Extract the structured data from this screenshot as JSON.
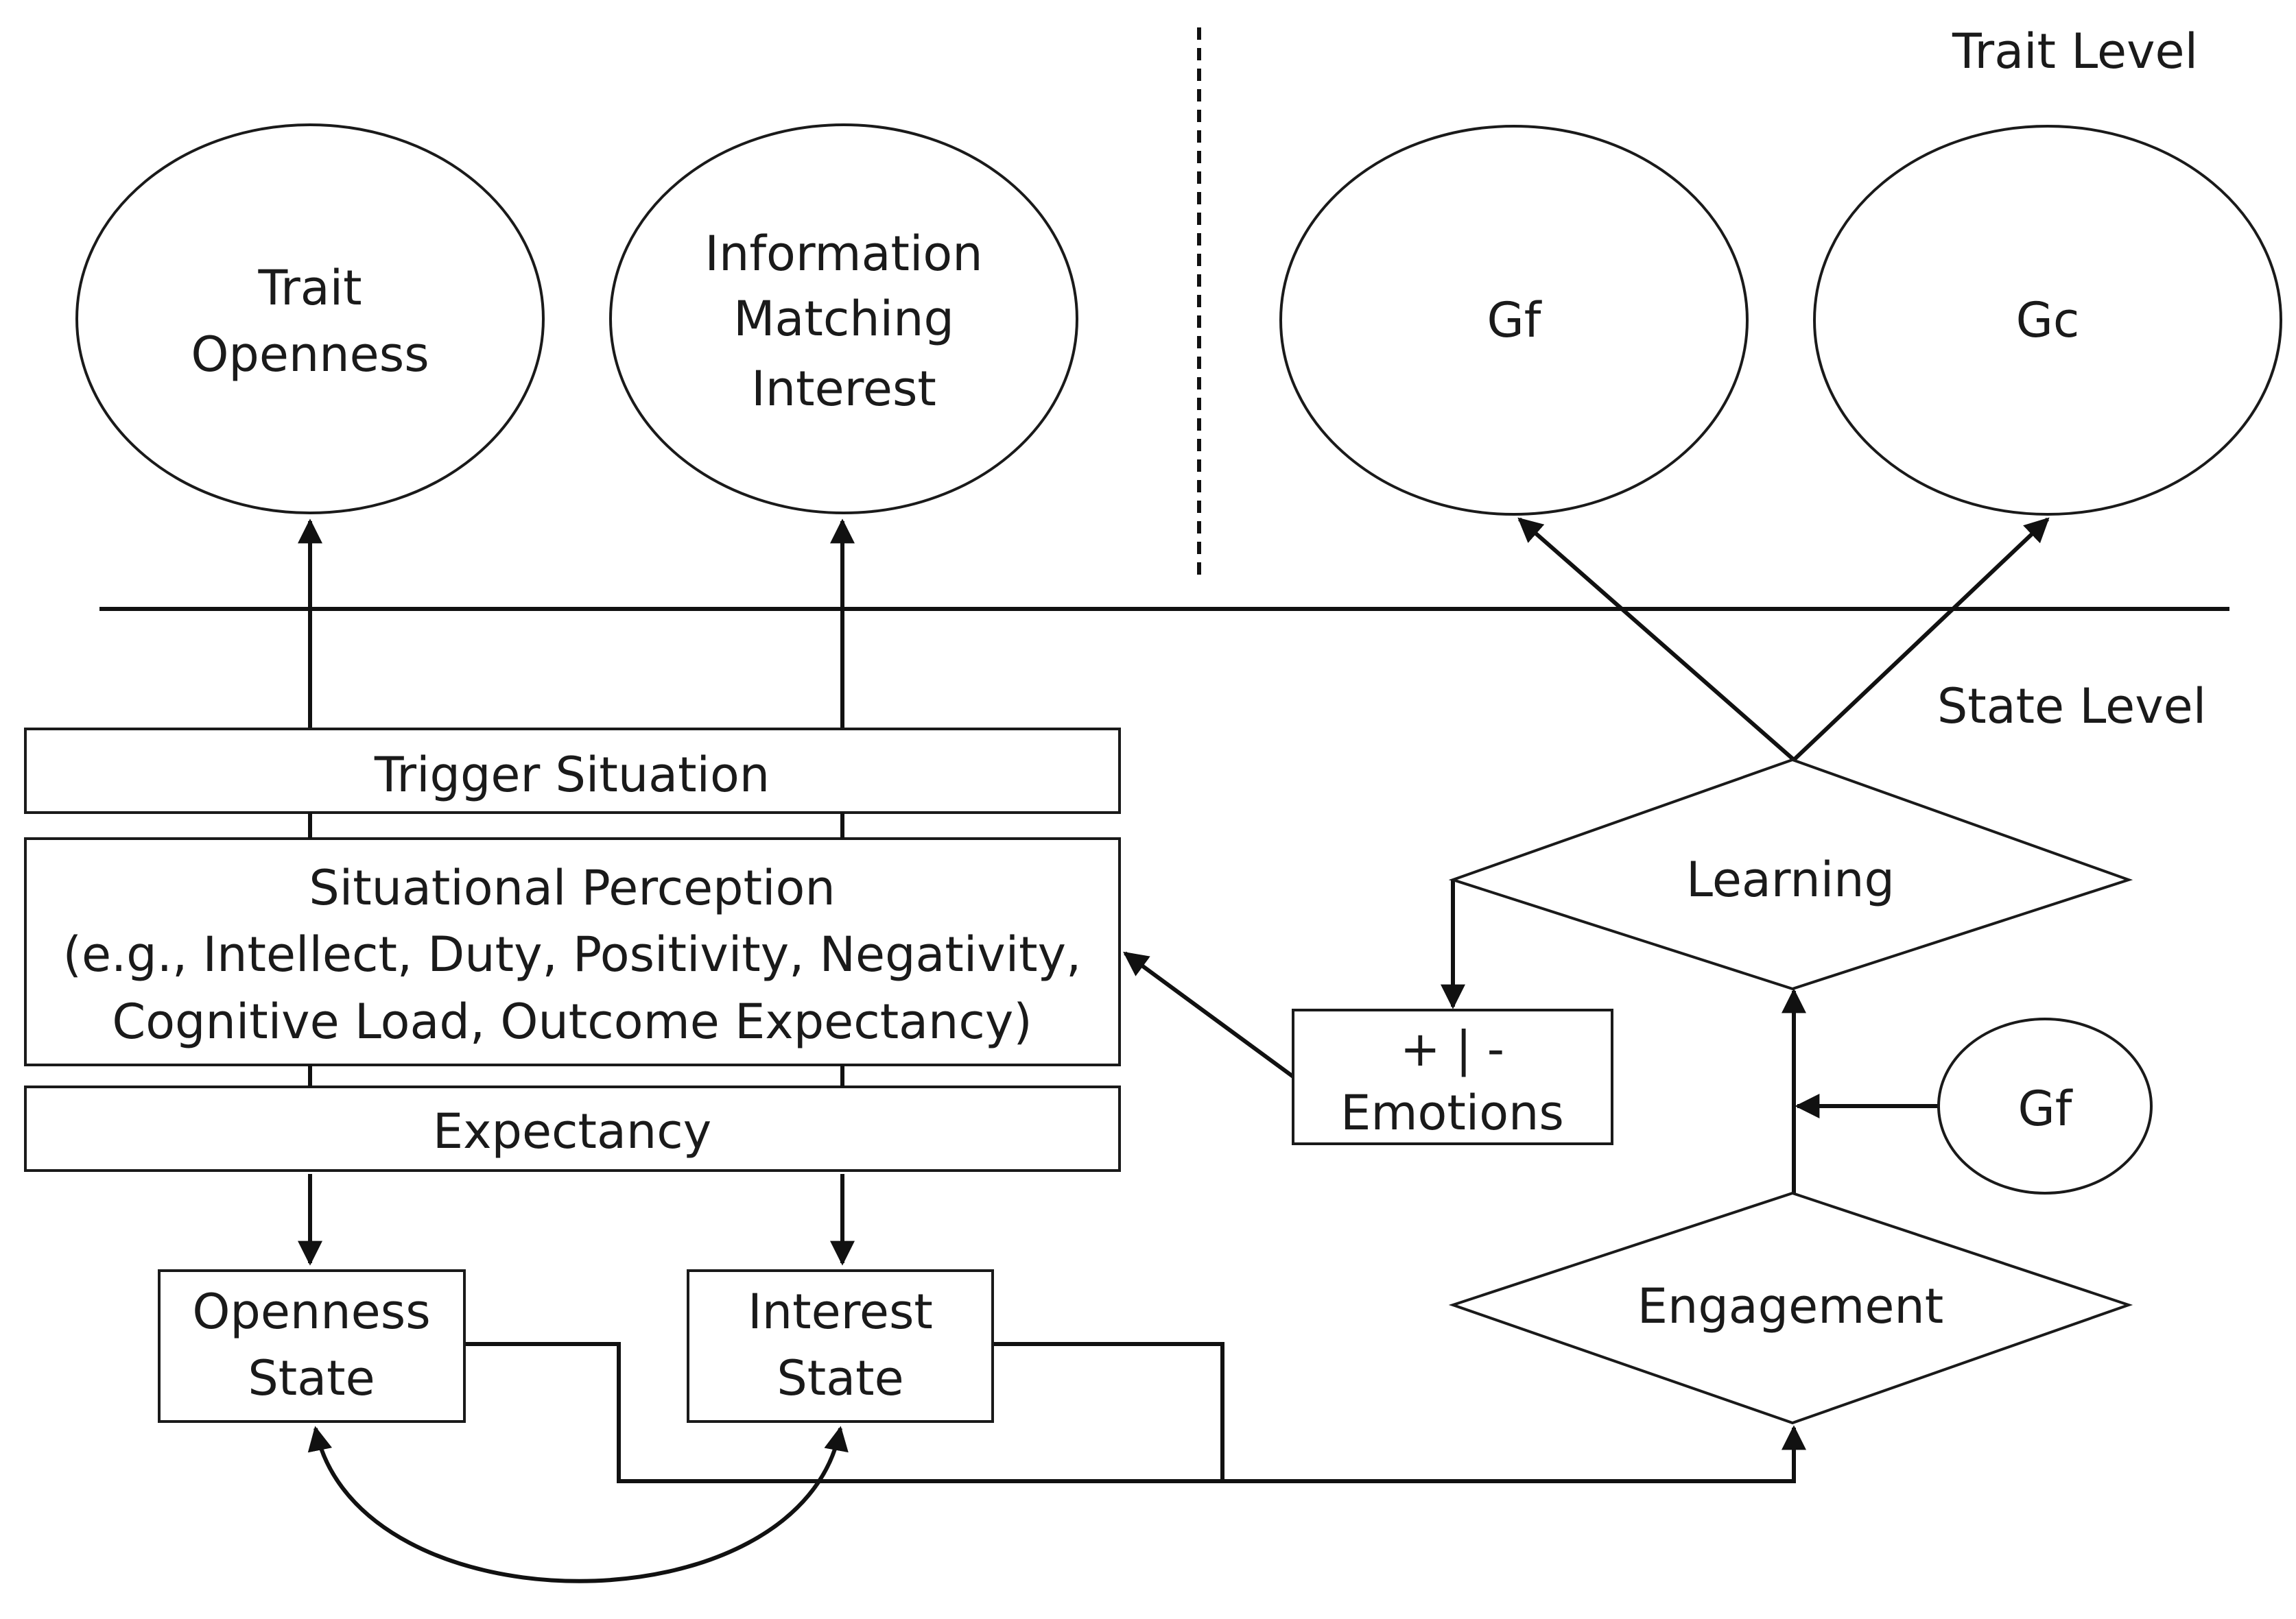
{
  "levels": {
    "trait": "Trait Level",
    "state": "State Level"
  },
  "trait_ellipses": {
    "trait_openness": [
      "Trait",
      "Openness"
    ],
    "info_interest": [
      "Information",
      "Matching",
      "Interest"
    ],
    "gf": [
      "Gf"
    ],
    "gc": [
      "Gc"
    ]
  },
  "boxes": {
    "trigger": "Trigger Situation",
    "perception": [
      "Situational Perception",
      "(e.g., Intellect, Duty, Positivity, Negativity,",
      "Cognitive Load, Outcome Expectancy)"
    ],
    "expectancy": "Expectancy",
    "openness_state": [
      "Openness",
      "State"
    ],
    "interest_state": [
      "Interest",
      "State"
    ],
    "emotions": [
      "+  |  -",
      "Emotions"
    ]
  },
  "diamonds": {
    "learning": "Learning",
    "engagement": "Engagement"
  },
  "state_gf": "Gf"
}
